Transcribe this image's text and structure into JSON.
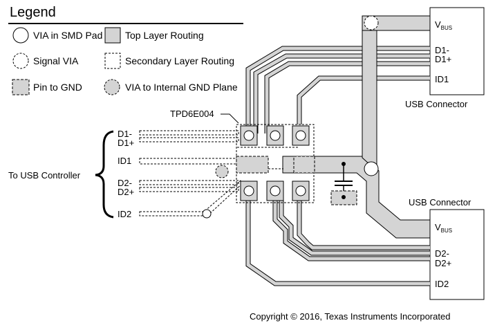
{
  "legend": {
    "title": "Legend",
    "items": {
      "via_smd": "VIA in SMD Pad",
      "top_routing": "Top Layer Routing",
      "signal_via": "Signal VIA",
      "secondary_routing": "Secondary Layer Routing",
      "pin_gnd": "Pin to GND",
      "via_gnd_plane": "VIA to Internal GND Plane"
    }
  },
  "chip": {
    "name": "TPD6E004"
  },
  "left_labels": {
    "d1_minus": "D1-",
    "d1_plus": "D1+",
    "id1": "ID1",
    "d2_minus": "D2-",
    "d2_plus": "D2+",
    "id2": "ID2"
  },
  "controller_label": "To USB Controller",
  "connector_top": {
    "title": "USB Connector",
    "vbus": "V",
    "vbus_sub": "BUS",
    "d_minus": "D1-",
    "d_plus": "D1+",
    "id": "ID1"
  },
  "connector_bottom": {
    "title": "USB Connector",
    "vbus": "V",
    "vbus_sub": "BUS",
    "d_minus": "D2-",
    "d_plus": "D2+",
    "id": "ID2"
  },
  "copyright": "Copyright © 2016, Texas Instruments Incorporated",
  "colors": {
    "routing_fill": "#d4d4d4",
    "line": "#000000",
    "background": "#ffffff"
  }
}
